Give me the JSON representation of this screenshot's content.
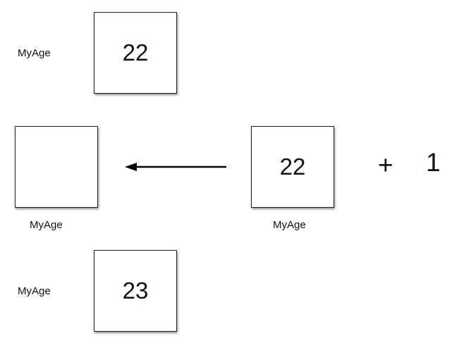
{
  "rows": [
    {
      "label": "MyAge",
      "value": "22"
    },
    {
      "label": "MyAge",
      "value": ""
    },
    {
      "label": "MyAge",
      "value": "22"
    },
    {
      "label": "MyAge",
      "value": "23"
    }
  ],
  "operator": "+",
  "operand": "1"
}
